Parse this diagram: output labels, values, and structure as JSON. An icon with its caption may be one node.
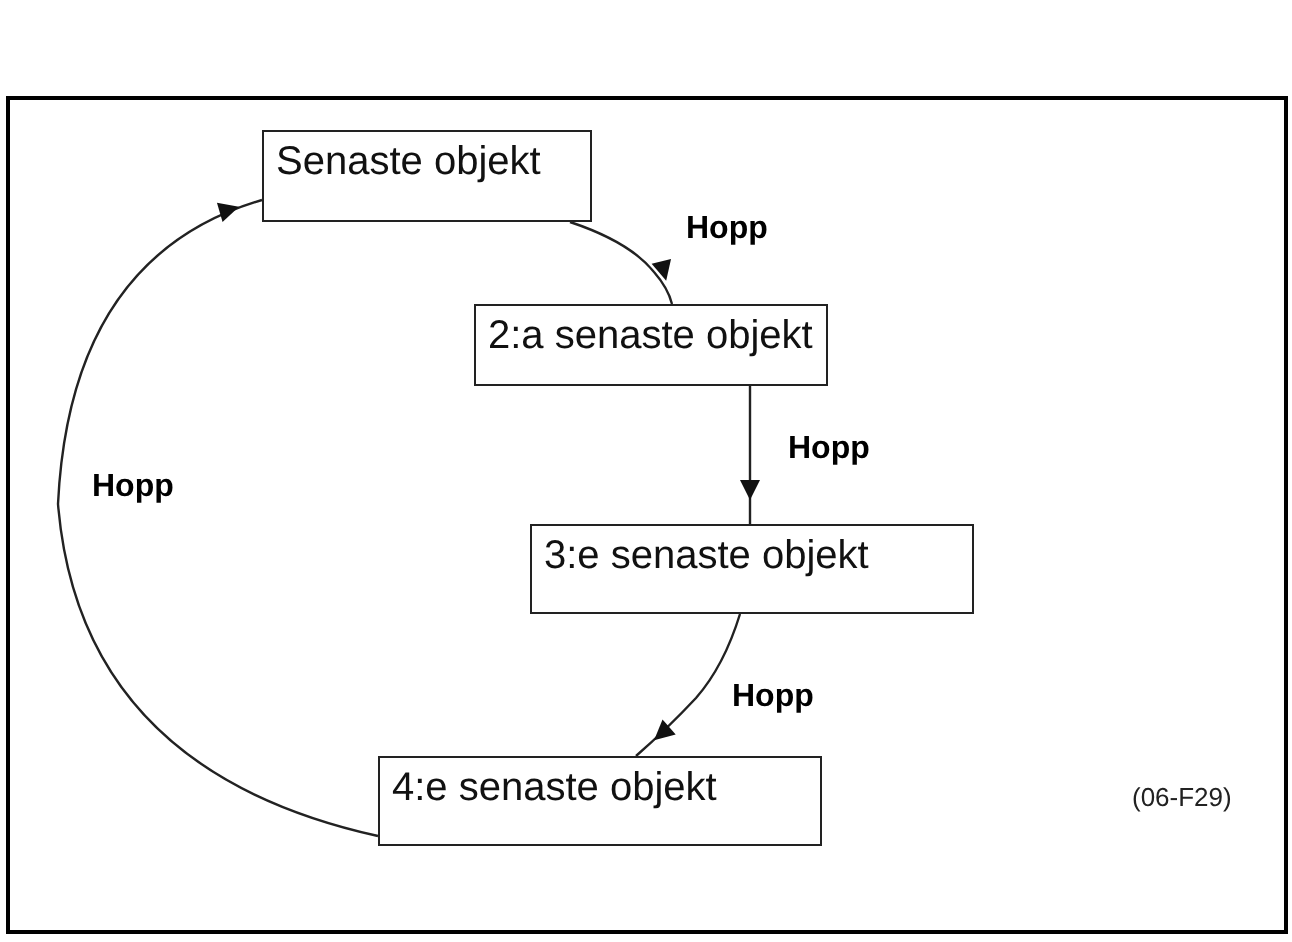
{
  "diagram": {
    "nodes": [
      {
        "text": [
          "Senaste objekt"
        ]
      },
      {
        "text": [
          "2:a senaste objekt"
        ]
      },
      {
        "text": [
          "3:e senaste objekt"
        ]
      },
      {
        "text": [
          "4:e senaste objekt"
        ]
      }
    ],
    "edges": [
      {
        "from": 0,
        "to": 1,
        "arrow": "to",
        "label": "Hopp"
      },
      {
        "from": 1,
        "to": 2,
        "arrow": "to",
        "label": "Hopp"
      },
      {
        "from": 2,
        "to": 3,
        "arrow": "to",
        "label": "Hopp"
      },
      {
        "from": 3,
        "to": 0,
        "arrow": "to",
        "label": "Hopp"
      }
    ],
    "labels": [
      "(06-F29)"
    ]
  }
}
